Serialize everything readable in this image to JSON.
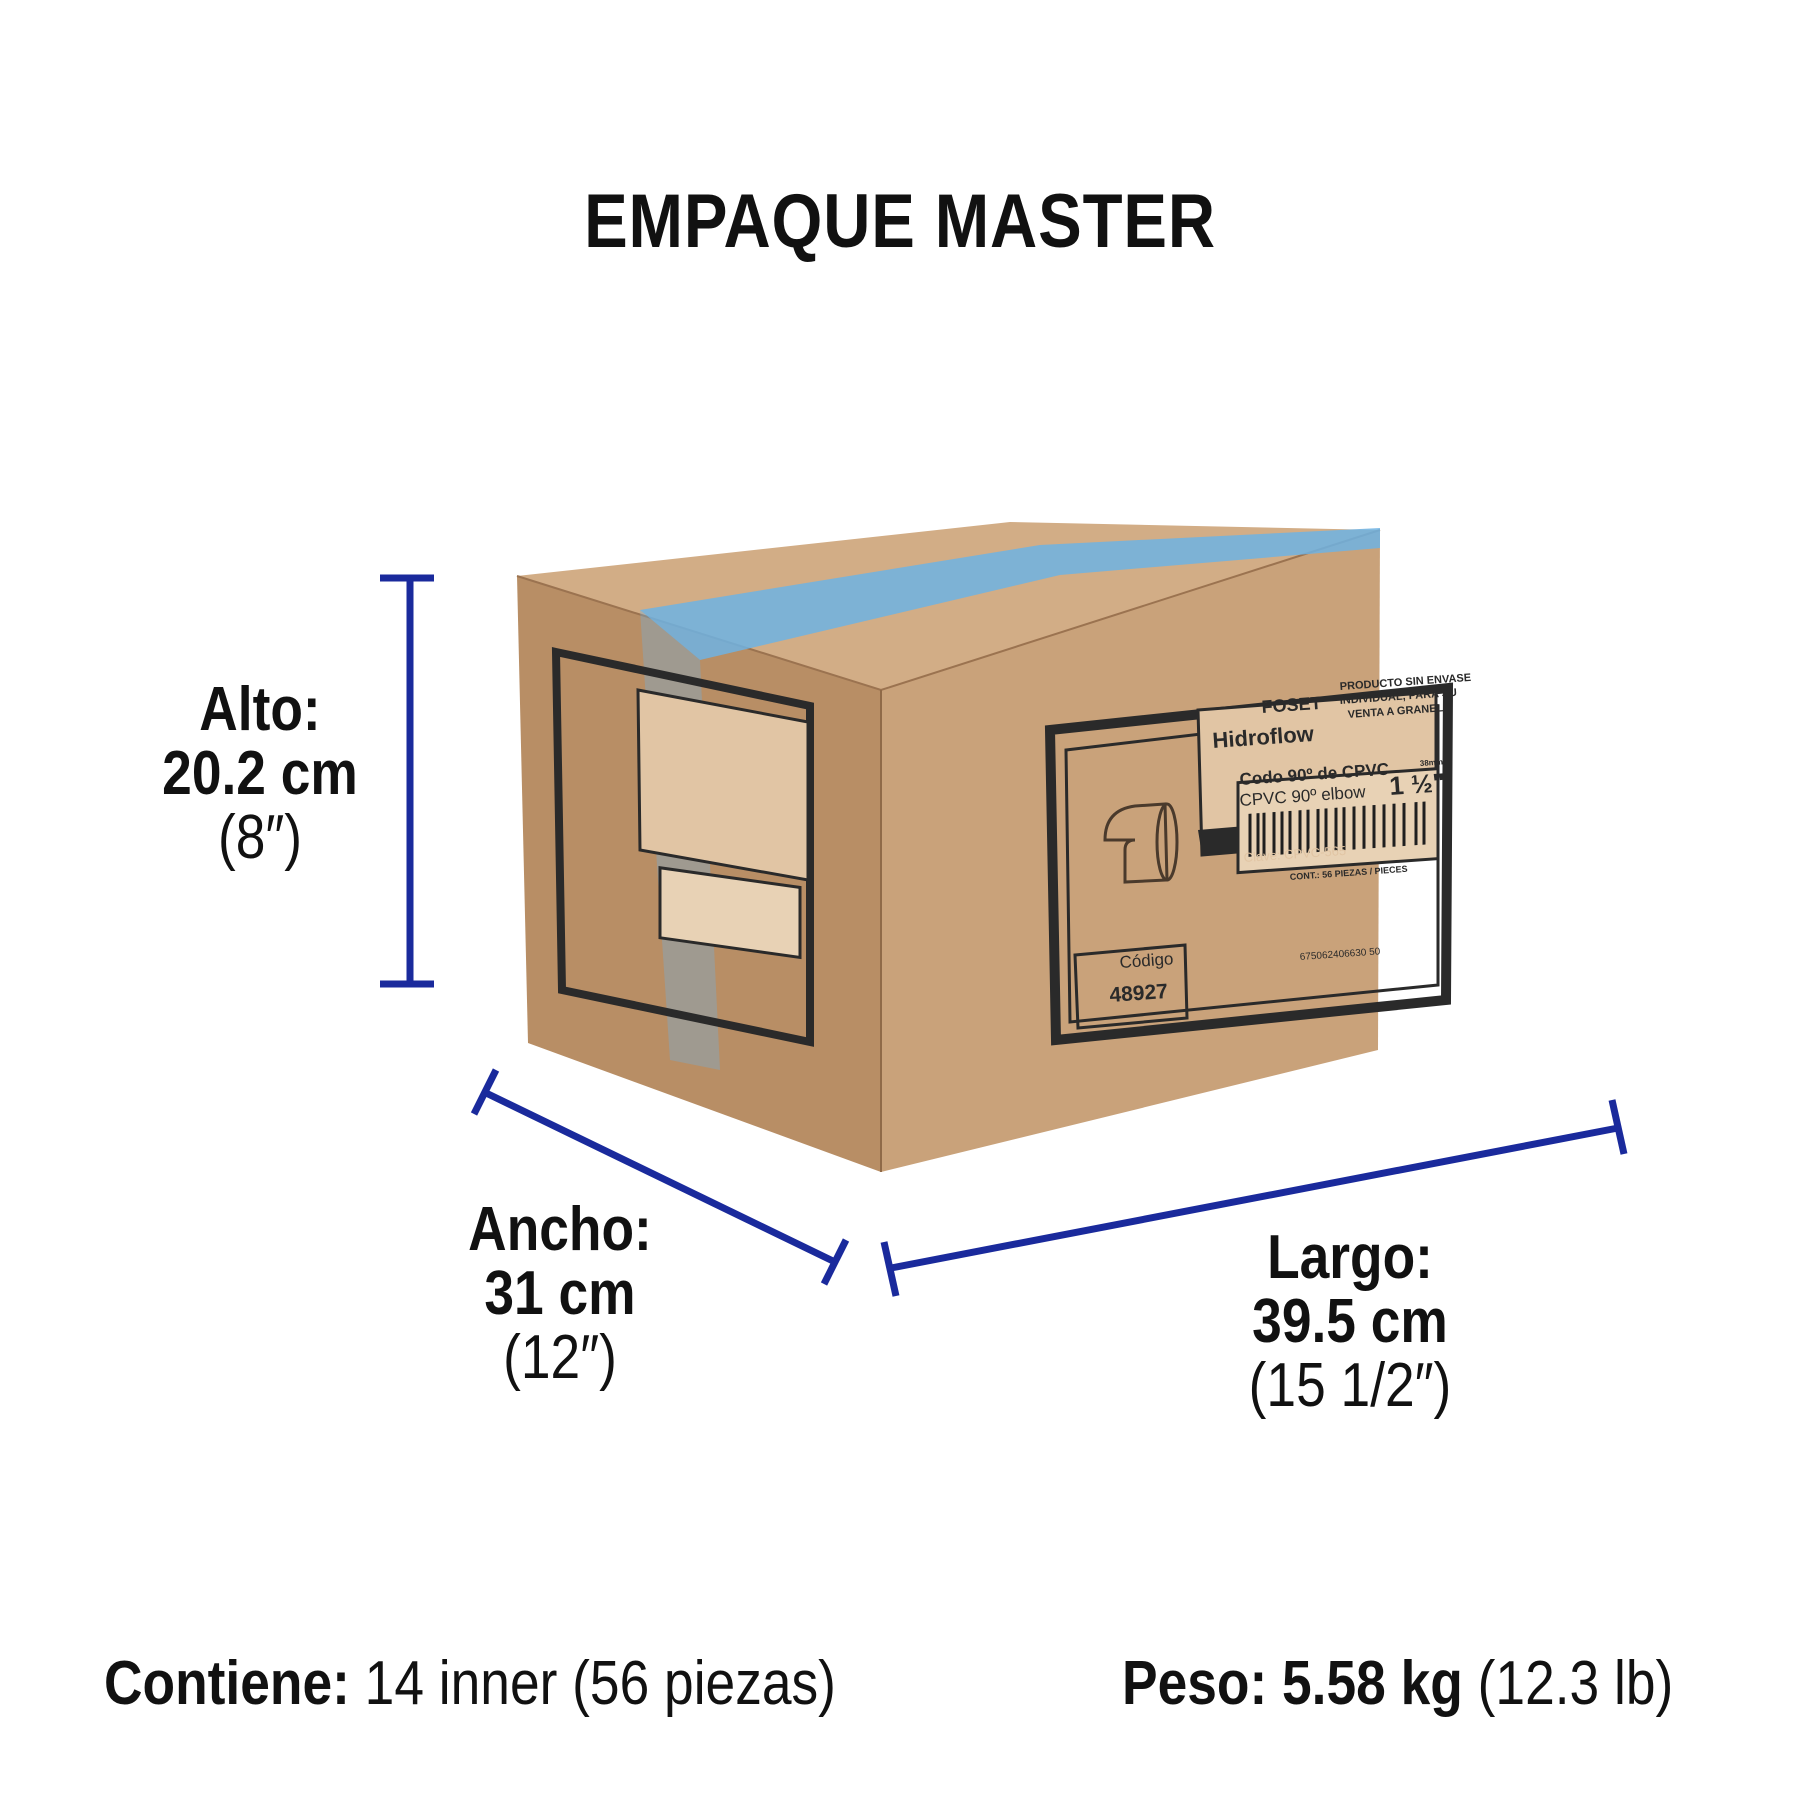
{
  "title": "EMPAQUE MASTER",
  "dimensions": {
    "alto": {
      "label": "Alto:",
      "metric": "20.2 cm",
      "imperial": "(8″)"
    },
    "ancho": {
      "label": "Ancho:",
      "metric": "31 cm",
      "imperial": "(12″)"
    },
    "largo": {
      "label": "Largo:",
      "metric": "39.5 cm",
      "imperial": "(15 1/2″)"
    }
  },
  "footer": {
    "contiene_label": "Contiene:",
    "contiene_value": "14 inner (56 piezas)",
    "peso_label": "Peso:",
    "peso_value": "5.58 kg",
    "peso_imperial": "(12.3 lb)"
  },
  "box_label": {
    "brand": "FOSET",
    "sub_brand": "Hidroflow",
    "notice": [
      "PRODUCTO SIN ENVASE",
      "INDIVIDUAL, PARA SU",
      "VENTA A GRANEL"
    ],
    "product_es": "Codo 90º de CPVC",
    "product_en": "CPVC 90º elbow",
    "size_mm": "38mm",
    "size_in": "1 ½\"",
    "clave": "Clave: CPVC-565",
    "cont": "CONT.: 56 PIEZAS / PIECES",
    "barcode_number": "675062406630 50",
    "codigo_label": "Código",
    "codigo_value": "48927"
  },
  "colors": {
    "dimension_line": "#1a2a9c",
    "cardboard_front": "#c9a27a",
    "cardboard_side": "#b88e65",
    "cardboard_top": "#d2ad86",
    "tape": "#6fb3e3"
  }
}
